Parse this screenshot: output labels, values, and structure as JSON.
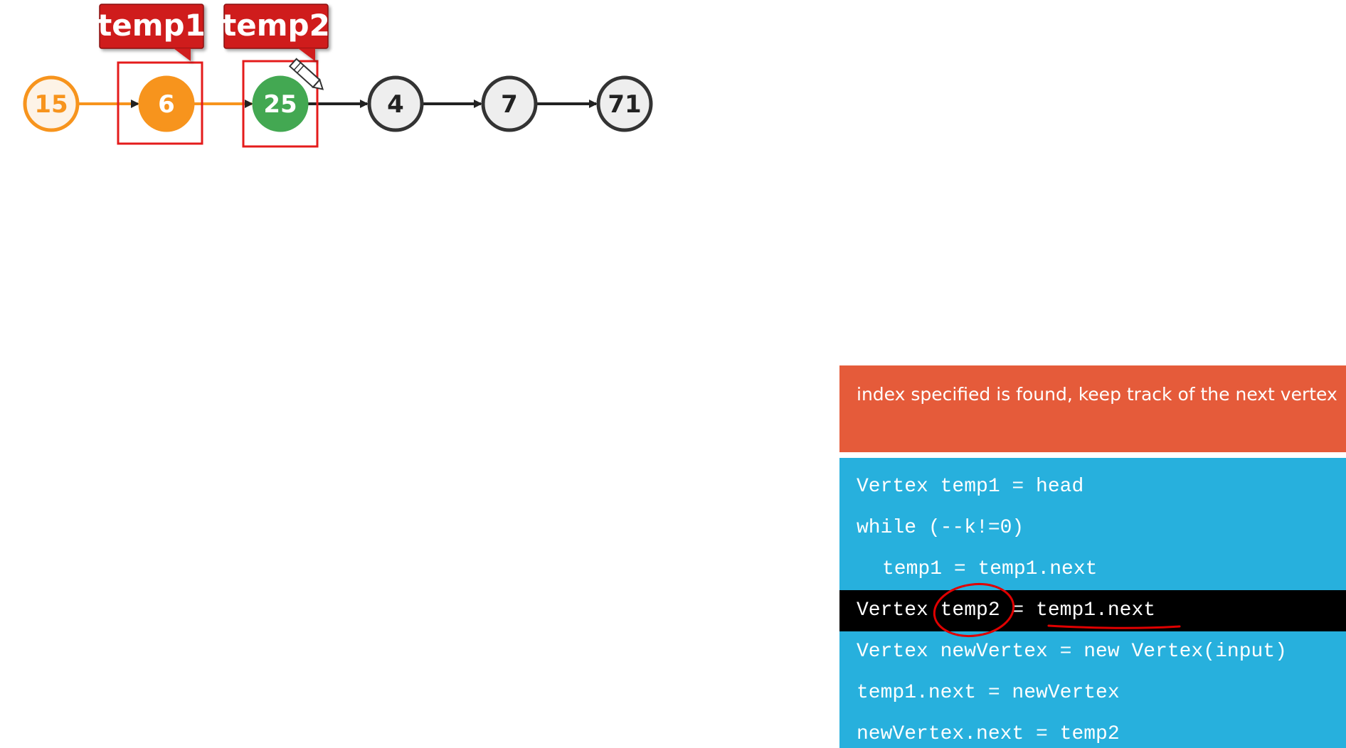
{
  "diagram": {
    "nodes": [
      {
        "id": "n1",
        "label": "15",
        "style": "visited"
      },
      {
        "id": "n2",
        "label": "6",
        "style": "current"
      },
      {
        "id": "n3",
        "label": "25",
        "style": "next"
      },
      {
        "id": "n4",
        "label": "4",
        "style": "default"
      },
      {
        "id": "n5",
        "label": "7",
        "style": "default"
      },
      {
        "id": "n6",
        "label": "71",
        "style": "default"
      }
    ],
    "pointers": [
      {
        "label": "temp1",
        "target_index": 1
      },
      {
        "label": "temp2",
        "target_index": 2
      }
    ]
  },
  "status": {
    "text": "index specified is found, keep track of the next vertex"
  },
  "code": {
    "lines": [
      {
        "text": "Vertex temp1 = head",
        "indent": false,
        "active": false
      },
      {
        "text": "while (--k!=0)",
        "indent": false,
        "active": false
      },
      {
        "text": "temp1 = temp1.next",
        "indent": true,
        "active": false
      },
      {
        "text": "Vertex temp2 = temp1.next",
        "indent": false,
        "active": true
      },
      {
        "text": "Vertex newVertex = new Vertex(input)",
        "indent": false,
        "active": false
      },
      {
        "text": "temp1.next = newVertex",
        "indent": false,
        "active": false
      },
      {
        "text": "newVertex.next = temp2",
        "indent": false,
        "active": false
      }
    ]
  },
  "colors": {
    "visited": "#f7941d",
    "current": "#f7941d",
    "next": "#43a852",
    "default_stroke": "#333333",
    "default_fill": "#eeeeee",
    "pointer_tag": "#cf1f1f",
    "highlight_box": "#e41b1b",
    "status_bg": "#e55b3a",
    "code_bg": "#27b0dd",
    "active_line_bg": "#000000",
    "annotation_ink": "#e00000"
  }
}
